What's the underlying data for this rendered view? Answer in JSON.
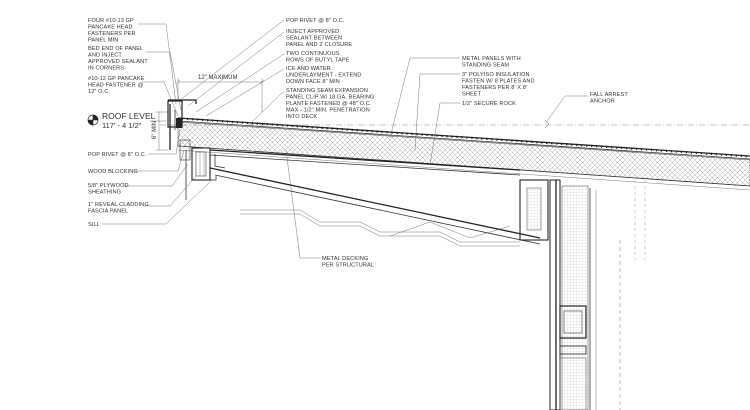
{
  "left_notes": {
    "n1": [
      "FOUR #10-13 GP",
      "PANCAKE HEAD",
      "FASTENERS PER",
      "PANEL MIN"
    ],
    "n2": [
      "BED END OF PANEL",
      "AND INJECT",
      "APPROVED SEALANT",
      "IN CORNERS"
    ],
    "n3": [
      "#10-12 GP PANCAKE",
      "HEAD FASTENER @",
      "12\" O.C."
    ],
    "roof_level_title": "ROOF LEVEL",
    "roof_level_elev": "117' - 4 1/2\"",
    "n4": [
      "POP RIVET @ 8\" O.C."
    ],
    "n5": [
      "WOOD BLOCKING"
    ],
    "n6": [
      "5/8\" PLYWOOD",
      "SHEATHING"
    ],
    "n7": [
      "1\" REVEAL CLADDING",
      "FASCIA PANEL"
    ],
    "n8": [
      "SILL"
    ]
  },
  "top_notes": {
    "n1": [
      "POP RIVET @ 8\" O.C."
    ],
    "n2": [
      "INJECT APPROVED",
      "SEALANT BETWEEN",
      "PANEL AND Z CLOSURE"
    ],
    "n3": [
      "TWO CONTINUOUS",
      "ROWS OF BUTYL TAPE"
    ],
    "n4": [
      "ICE AND WATER",
      "UNDERLAYMENT - EXTEND",
      "DOWN FACE 8\" MIN"
    ],
    "n5": [
      "STANDING SEAM EXPANSION",
      "PANEL CLIP W/ 18 GA. BEARING",
      "PLANTE FASTENED @ 48\" O.C.",
      "MAX - 1/2\" MIN. PENETRATION",
      "INTO DECK"
    ]
  },
  "right_notes": {
    "n1": [
      "METAL PANELS WITH",
      "STANDING SEAM"
    ],
    "n2": [
      "3\" POLYISO INSULATION",
      "FASTEN W/ 8 PLATES AND",
      "FASTENERS PER 8' X 8'",
      "SHEET"
    ],
    "n3": [
      "1/2\" SECURE ROCK"
    ],
    "n4": [
      "FALL ARREST",
      "ANCHOR"
    ]
  },
  "bottom_notes": {
    "n1": [
      "METAL DECKING",
      "PER STRUCTURAL"
    ]
  },
  "dimensions": {
    "max12": "12\" MAXIMUM",
    "min6": "6\" MIN"
  }
}
